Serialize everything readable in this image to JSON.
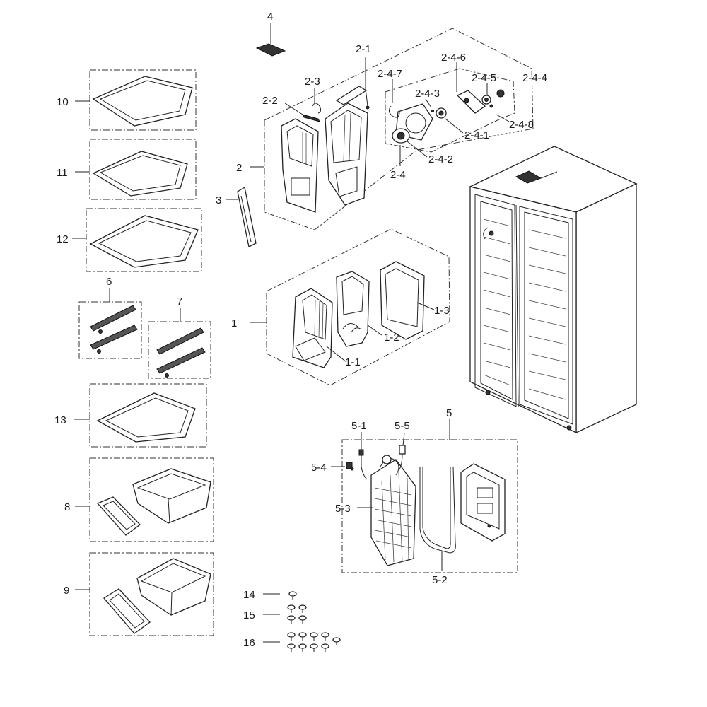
{
  "labels": {
    "l1": "1",
    "l1_1": "1-1",
    "l1_2": "1-2",
    "l1_3": "1-3",
    "l2": "2",
    "l2_1": "2-1",
    "l2_2": "2-2",
    "l2_3": "2-3",
    "l2_4": "2-4",
    "l2_4_1": "2-4-1",
    "l2_4_2": "2-4-2",
    "l2_4_3": "2-4-3",
    "l2_4_4": "2-4-4",
    "l2_4_5": "2-4-5",
    "l2_4_6": "2-4-6",
    "l2_4_7": "2-4-7",
    "l2_4_8": "2-4-8",
    "l3": "3",
    "l4": "4",
    "l5": "5",
    "l5_1": "5-1",
    "l5_2": "5-2",
    "l5_3": "5-3",
    "l5_4": "5-4",
    "l5_5": "5-5",
    "l6": "6",
    "l7": "7",
    "l8": "8",
    "l9": "9",
    "l10": "10",
    "l11": "11",
    "l12": "12",
    "l13": "13",
    "l14": "14",
    "l15": "15",
    "l16": "16"
  }
}
